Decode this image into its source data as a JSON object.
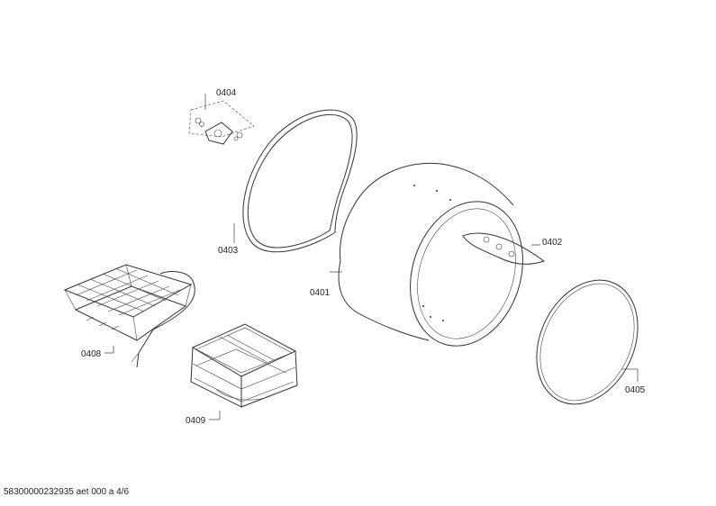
{
  "labels": {
    "p0404": "0404",
    "p0403": "0403",
    "p0401": "0401",
    "p0402": "0402",
    "p0408": "0408",
    "p0409": "0409",
    "p0405": "0405"
  },
  "footer": "58300000232935 aet 000 a 4/6",
  "colors": {
    "line": "#333333",
    "background": "#ffffff"
  }
}
